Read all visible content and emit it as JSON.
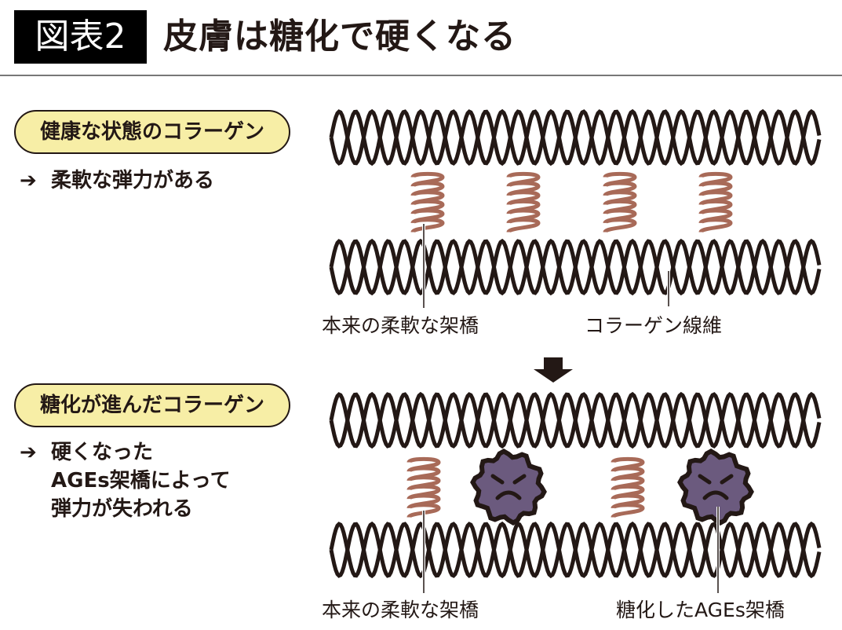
{
  "header": {
    "badge": "図表2",
    "title": "皮膚は糖化で硬くなる"
  },
  "healthy": {
    "pill": "健康な状態のコラーゲン",
    "arrow": "➔",
    "desc": "柔軟な弾力がある",
    "label_crosslink": "本来の柔軟な架橋",
    "label_fiber": "コラーゲン線維"
  },
  "glycated": {
    "pill": "糖化が進んだコラーゲン",
    "arrow": "➔",
    "desc_lines": [
      "硬くなった",
      "AGEs架橋によって",
      "弾力が失われる"
    ],
    "label_crosslink": "本来の柔軟な架橋",
    "label_ages": "糖化したAGEs架橋"
  },
  "colors": {
    "fiber": "#231815",
    "spring": "#a86a58",
    "ages": "#6b5a7e",
    "pill": "#f7eea6"
  }
}
